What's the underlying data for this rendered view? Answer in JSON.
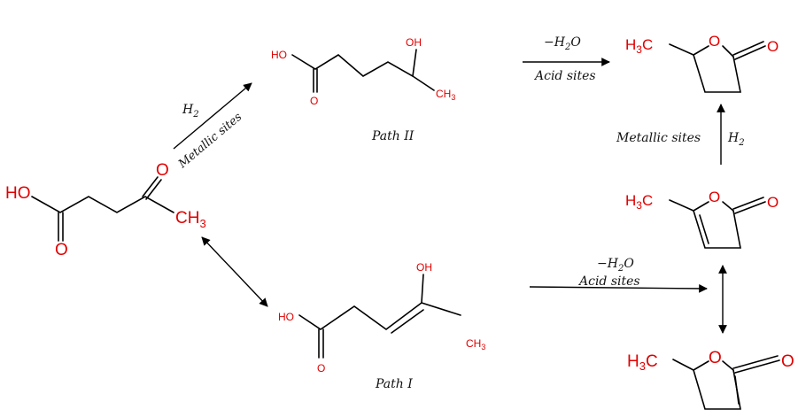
{
  "atoms": {
    "ho": "HO",
    "oh": "OH",
    "o": "O",
    "ch3": "CH",
    "h3c": "H",
    "sub3": "3",
    "c_after": "C"
  },
  "conditions": {
    "h2": "H",
    "h2_sub": "2",
    "metallic_sites": "Metallic sites",
    "minus_h2o_prefix": "−H",
    "h2o_sub": "2",
    "h2o_suffix": "O",
    "acid_sites": "Acid sites"
  },
  "labels": {
    "path_ii": "Path II",
    "path_i": "Path I"
  },
  "colors": {
    "heteroatom": "#e00000",
    "bond": "#000000"
  }
}
